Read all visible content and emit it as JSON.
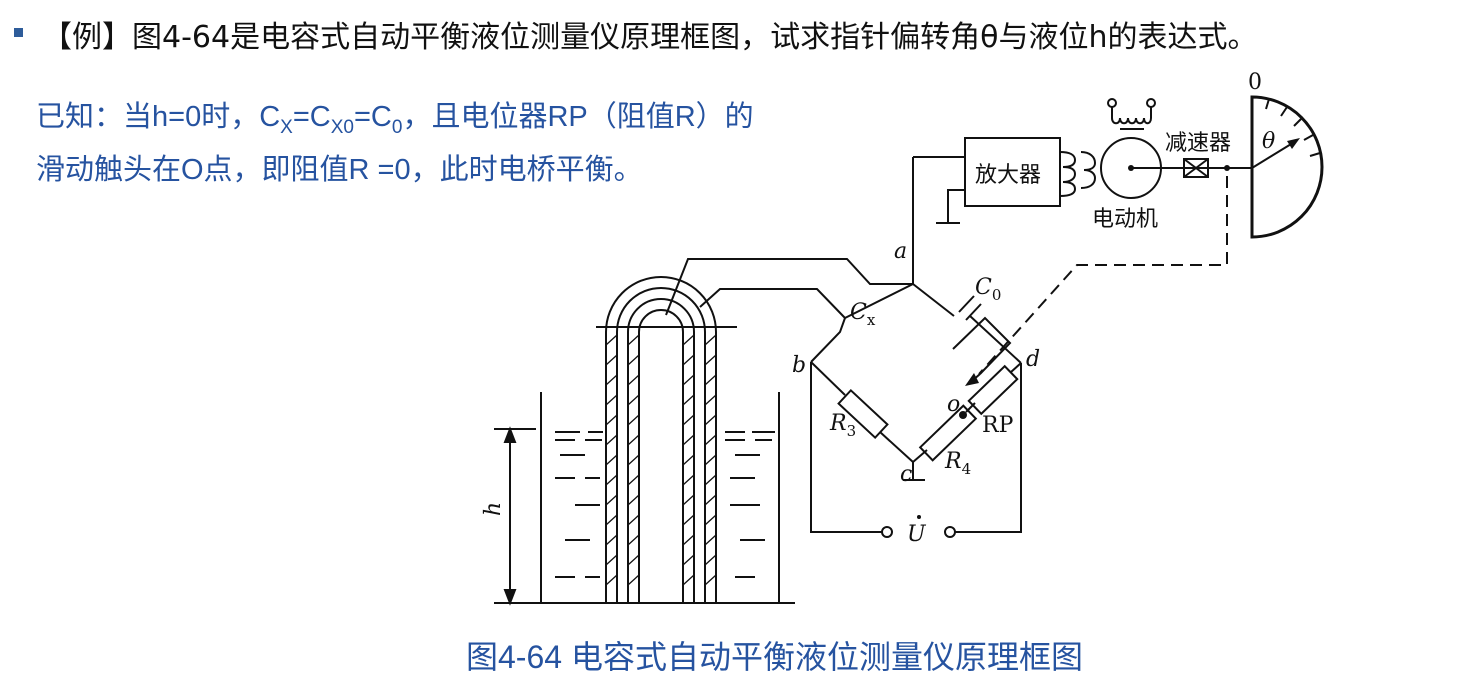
{
  "header": {
    "text": "【例】图4-64是电容式自动平衡液位测量仪原理框图，试求指针偏转角θ与液位h的表达式。"
  },
  "given": {
    "line1_a": "已知：当h=0时，C",
    "line1_sub1": "X",
    "line1_b": "=C",
    "line1_sub2": "X0",
    "line1_c": "=C",
    "line1_sub3": "0",
    "line1_d": "，且电位器RP（阻值R）的",
    "line2": "滑动触头在O点，即阻值R =0，此时电桥平衡。"
  },
  "diagram": {
    "amplifier": "放大器",
    "motor": "电动机",
    "reducer": "减速器",
    "dial_zero": "0",
    "theta": "θ",
    "node_a": "a",
    "node_b": "b",
    "node_c": "c",
    "node_d": "d",
    "node_o": "o",
    "cx": "C",
    "cx_sub": "x",
    "c0": "C",
    "c0_sub": "0",
    "r3": "R",
    "r3_sub": "3",
    "r4": "R",
    "r4_sub": "4",
    "rp": "RP",
    "voltage": "U",
    "h": "h"
  },
  "caption": {
    "text": "图4-64  电容式自动平衡液位测量仪原理框图"
  }
}
